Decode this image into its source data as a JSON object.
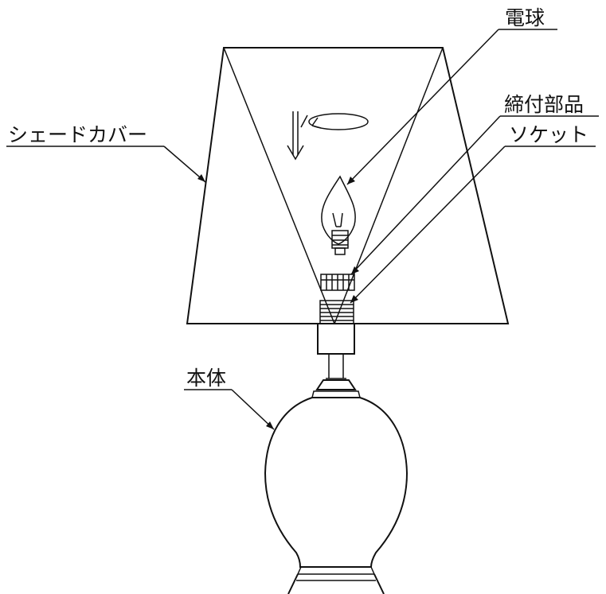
{
  "labels": {
    "bulb": "電球",
    "fastener": "締付部品",
    "socket": "ソケット",
    "shade_cover": "シェードカバー",
    "body": "本体"
  }
}
